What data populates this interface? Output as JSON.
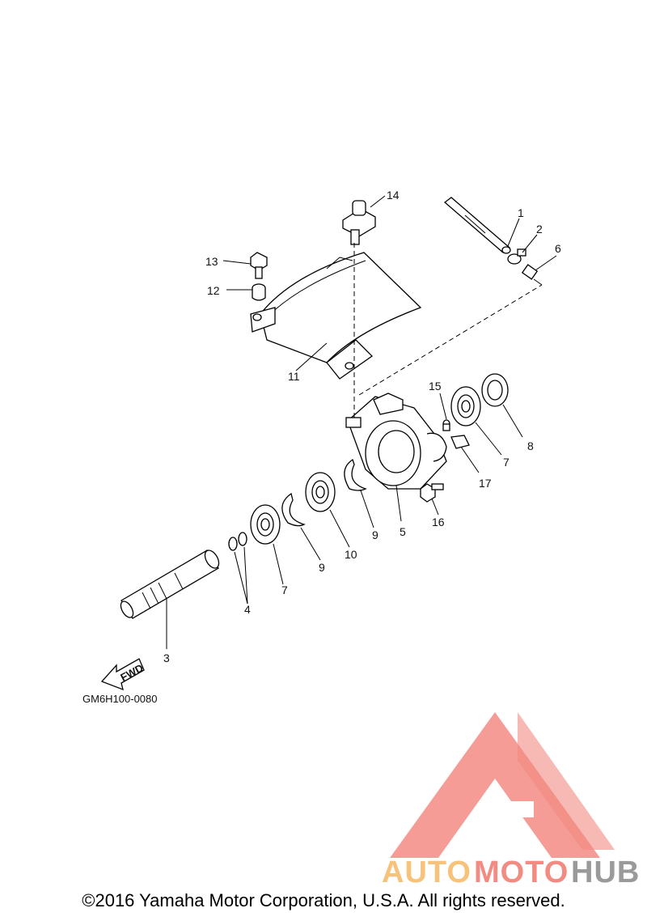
{
  "diagram_code": "GM6H100-0080",
  "fwd_label": "FWD",
  "copyright": "©2016 Yamaha Motor Corporation, U.S.A. All rights reserved.",
  "watermark": {
    "part1": "AUTO",
    "part2": "MOTO",
    "part3": "HUB"
  },
  "colors": {
    "watermark_red": "#f28b82",
    "watermark_orange": "#f7c27a",
    "watermark_gray": "#9a9a9a"
  },
  "callouts": {
    "c1": "1",
    "c2": "2",
    "c3": "3",
    "c4": "4",
    "c5": "5",
    "c6": "6",
    "c7a": "7",
    "c7b": "7",
    "c8": "8",
    "c9a": "9",
    "c9b": "9",
    "c10": "10",
    "c11": "11",
    "c12": "12",
    "c13": "13",
    "c14": "14",
    "c15": "15",
    "c16": "16",
    "c17": "17"
  }
}
